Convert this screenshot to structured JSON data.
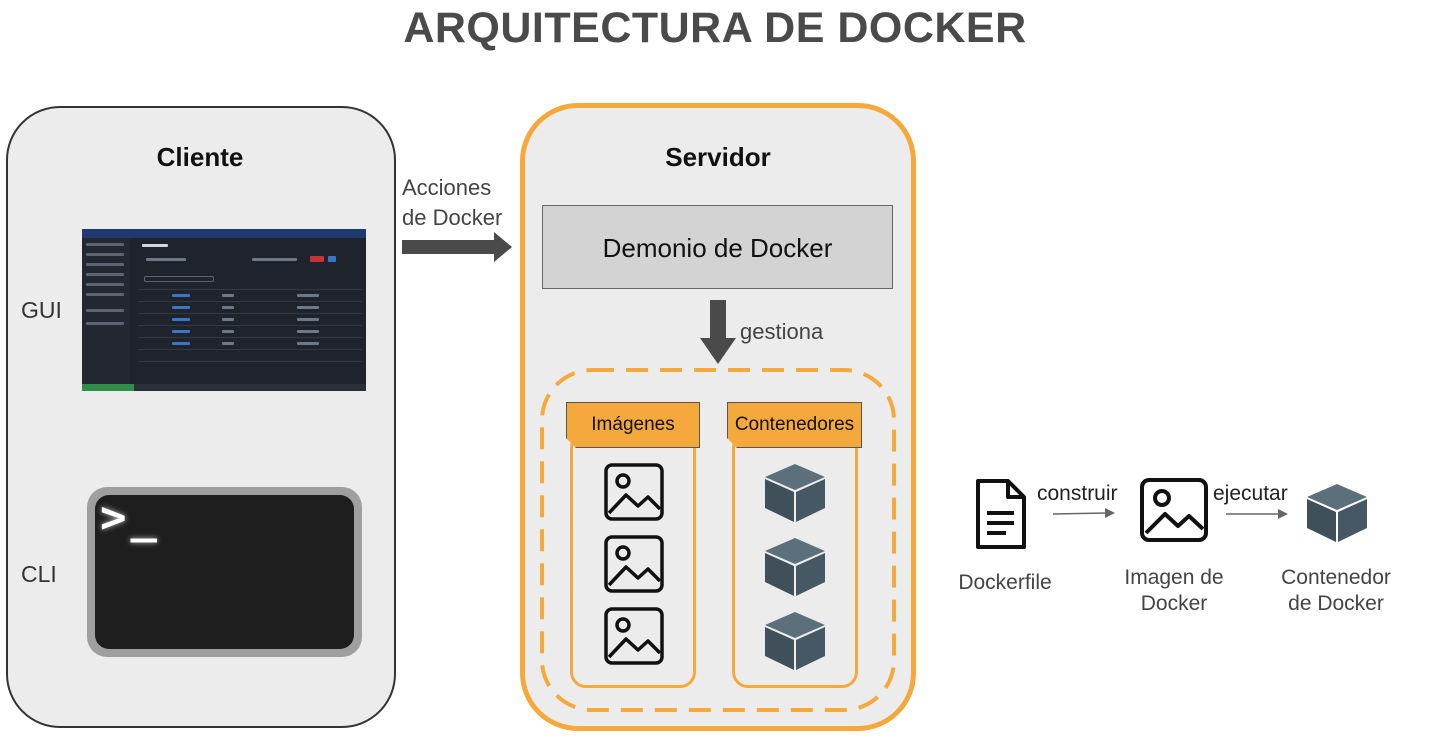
{
  "title": "ARQUITECTURA DE DOCKER",
  "client": {
    "heading": "Cliente",
    "gui_label": "GUI",
    "cli_label": "CLI",
    "cli_prompt": ">_"
  },
  "actions_label_line1": "Acciones",
  "actions_label_line2": "de Docker",
  "server": {
    "heading": "Servidor",
    "daemon": "Demonio de Docker",
    "manages": "gestiona",
    "images_tab": "Imágenes",
    "containers_tab": "Contenedores"
  },
  "workflow": {
    "dockerfile": "Dockerfile",
    "build": "construir",
    "image_line1": "Imagen de",
    "image_line2": "Docker",
    "run": "ejecutar",
    "container_line1": "Contenedor",
    "container_line2": "de Docker"
  },
  "colors": {
    "accent_orange": "#f5a93c",
    "cube": "#465864",
    "arrow": "#4a4a4a"
  },
  "icons": [
    "image-icon",
    "cube-icon",
    "document-icon",
    "arrow-right-icon",
    "arrow-down-icon"
  ]
}
